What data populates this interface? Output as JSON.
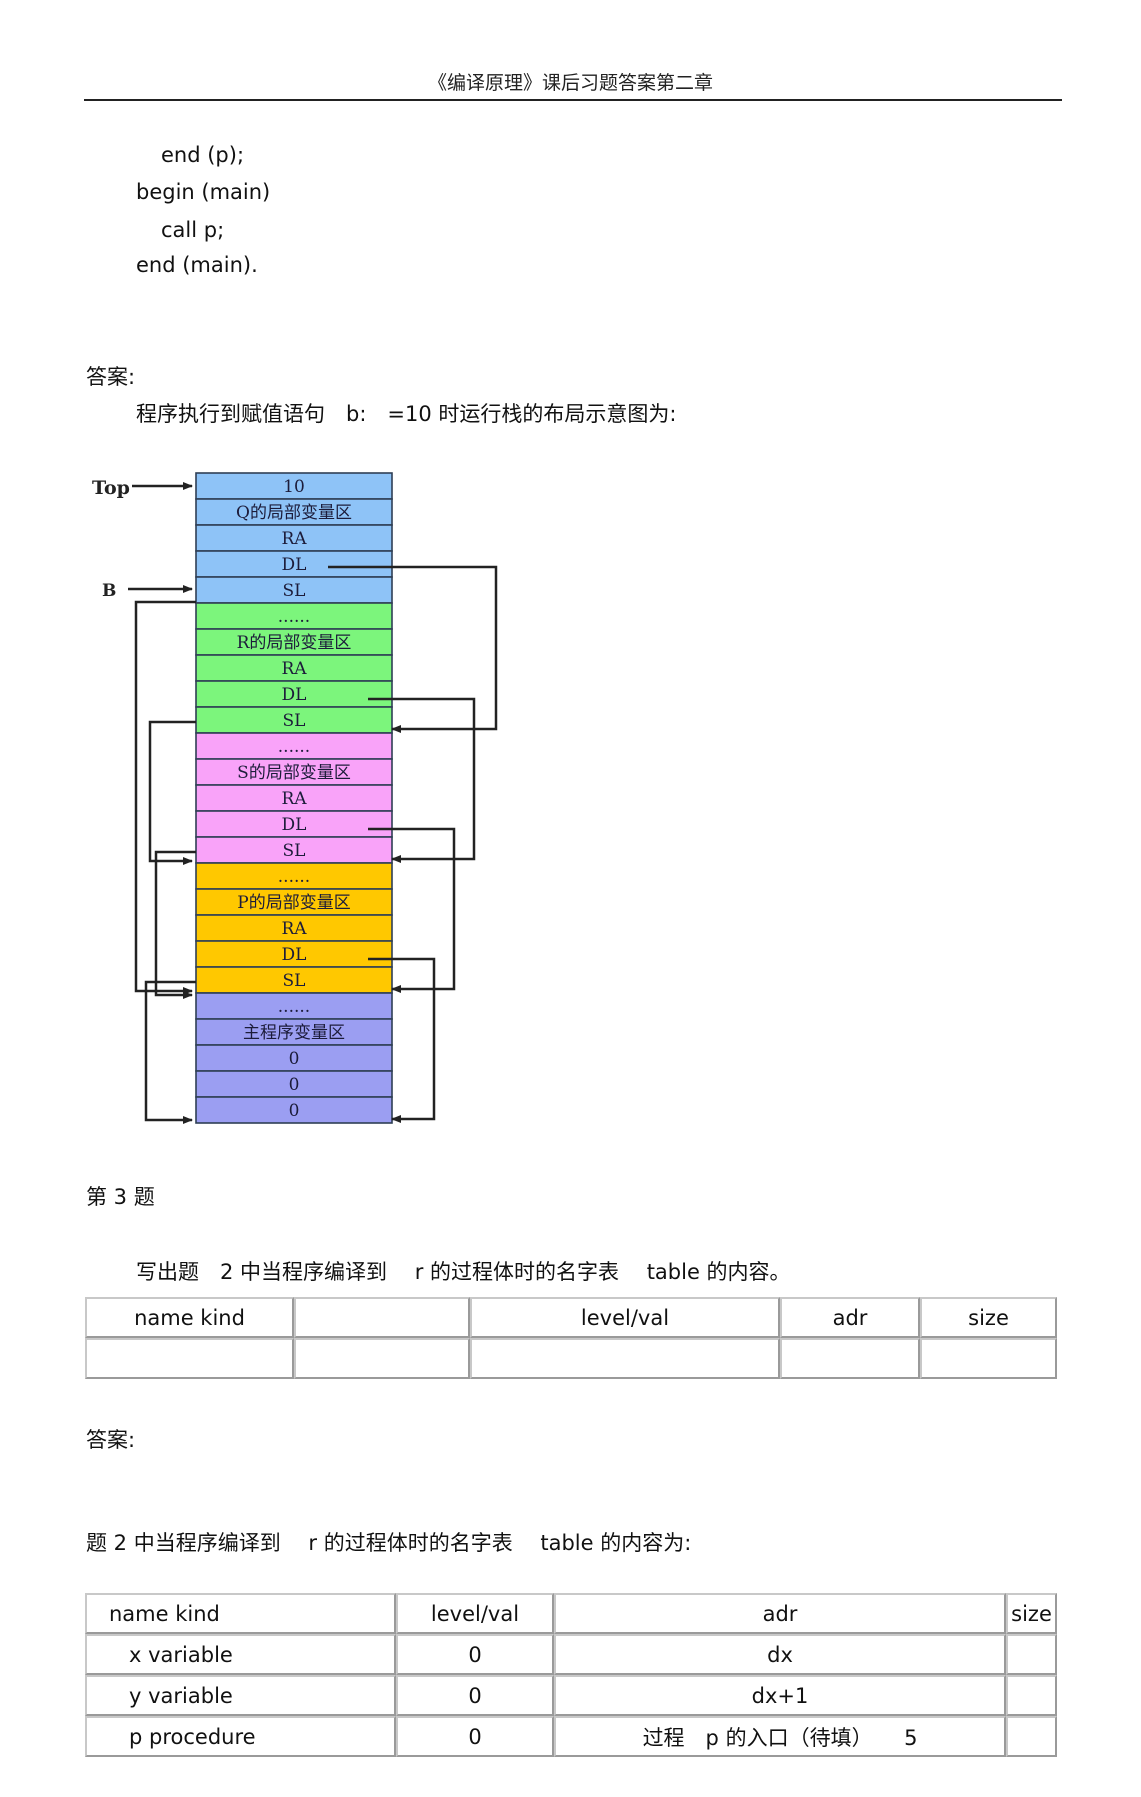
{
  "header": {
    "title": "《编译原理》课后习题答案第二章"
  },
  "code_lines": [
    "end (p);",
    "begin (main)",
    "call p;",
    "end (main)."
  ],
  "answer_label_1": "答案:",
  "answer_text_1": "程序执行到赋值语句　b:　=10 时运行栈的布局示意图为:",
  "diagram": {
    "top_label": "Top",
    "b_label": "B",
    "colors": {
      "q": "#8ec3f7",
      "r": "#7cf57c",
      "s": "#f9a3f9",
      "p": "#ffc800",
      "main": "#9b9ef2"
    },
    "cells": [
      {
        "text": "10",
        "group": "q"
      },
      {
        "text": "Q的局部变量区",
        "group": "q"
      },
      {
        "text": "RA",
        "group": "q"
      },
      {
        "text": "DL",
        "group": "q"
      },
      {
        "text": "SL",
        "group": "q"
      },
      {
        "text": "......",
        "group": "r"
      },
      {
        "text": "R的局部变量区",
        "group": "r"
      },
      {
        "text": "RA",
        "group": "r"
      },
      {
        "text": "DL",
        "group": "r"
      },
      {
        "text": "SL",
        "group": "r"
      },
      {
        "text": "......",
        "group": "s"
      },
      {
        "text": "S的局部变量区",
        "group": "s"
      },
      {
        "text": "RA",
        "group": "s"
      },
      {
        "text": "DL",
        "group": "s"
      },
      {
        "text": "SL",
        "group": "s"
      },
      {
        "text": "......",
        "group": "p"
      },
      {
        "text": "P的局部变量区",
        "group": "p"
      },
      {
        "text": "RA",
        "group": "p"
      },
      {
        "text": "DL",
        "group": "p"
      },
      {
        "text": "SL",
        "group": "p"
      },
      {
        "text": "......",
        "group": "main"
      },
      {
        "text": "主程序变量区",
        "group": "main"
      },
      {
        "text": "0",
        "group": "main"
      },
      {
        "text": "0",
        "group": "main"
      },
      {
        "text": "0",
        "group": "main"
      }
    ]
  },
  "question3": {
    "title": "第 3 题",
    "prompt": "写出题　2 中当程序编译到　 r 的过程体时的名字表　 table  的内容。",
    "headers": [
      "name kind",
      "",
      "level/val",
      "adr",
      "size"
    ]
  },
  "answer_label_2": "答案:",
  "answer_text_2": "题 2 中当程序编译到　 r 的过程体时的名字表　 table 的内容为:",
  "answer_table": {
    "headers": [
      "name kind",
      "level/val",
      "adr",
      "size"
    ],
    "rows": [
      [
        "x variable",
        "0",
        "dx",
        ""
      ],
      [
        "y variable",
        "0",
        "dx+1",
        ""
      ],
      [
        "p procedure",
        "0",
        "过程　p 的入口（待填）　　5",
        ""
      ]
    ]
  }
}
